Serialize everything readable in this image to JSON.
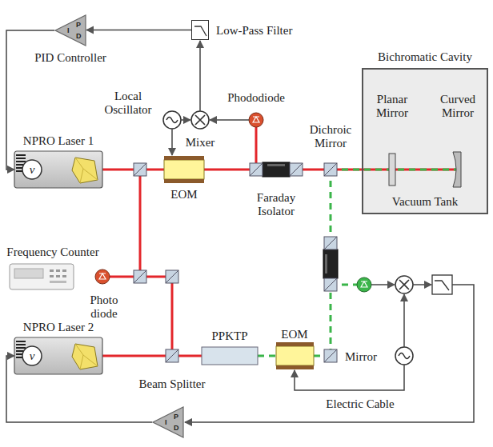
{
  "diagram": {
    "nodes": [
      {
        "text": [
          "PID Controller",
          "P",
          "I",
          "D"
        ]
      },
      {
        "text": [
          "Low-Pass Filter"
        ]
      },
      {
        "text": [
          "NPRO Laser 1"
        ]
      },
      {
        "text": [
          "Bichromatic Cavity",
          "Vacuum Tank"
        ]
      },
      {
        "text": [
          "NPRO Laser 2"
        ]
      },
      {
        "text": [
          "P",
          "I",
          "D"
        ]
      }
    ],
    "edges": [
      {
        "from": 1,
        "to": 0,
        "arrow": "to"
      },
      {
        "from": 0,
        "to": 2,
        "arrow": "to"
      },
      {
        "from": 5,
        "to": 4,
        "arrow": "to"
      }
    ],
    "labels": [
      "Local Oscillator",
      "Mixer",
      "Phododiode",
      "EOM",
      "Faraday Isolator",
      "Dichroic Mirror",
      "Planar Mirror",
      "Curved Mirror",
      "Frequency Counter",
      "Photo diode",
      "Beam Splitter",
      "PPKTP",
      "EOM",
      "Mirror",
      "Electric Cable",
      "ν",
      "ν"
    ]
  }
}
